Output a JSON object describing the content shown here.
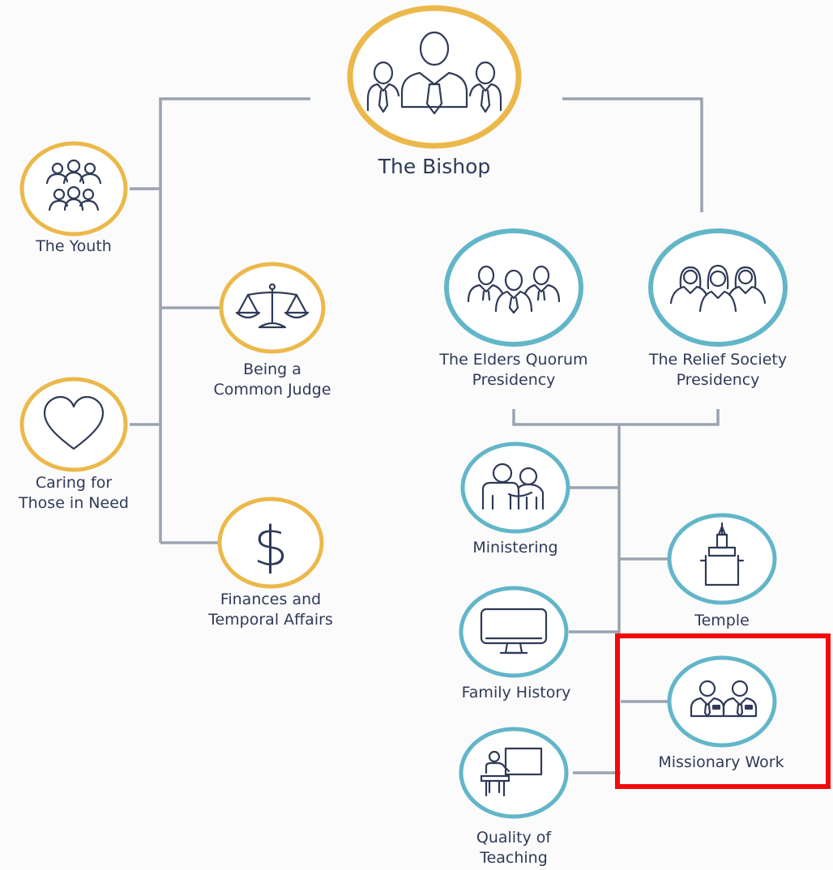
{
  "colors": {
    "leader_ring": "#ecb84a",
    "council_ring": "#62b6c8",
    "connector": "#9aa3b0",
    "text": "#2f3a57",
    "highlight": "#f40a0a"
  },
  "nodes": {
    "bishop": {
      "label": "The Bishop",
      "icon": "bishop-group-icon"
    },
    "youth": {
      "label": "The Youth",
      "icon": "youth-group-icon"
    },
    "common_judge": {
      "line1": "Being a",
      "line2": "Common Judge",
      "icon": "scales-icon"
    },
    "caring": {
      "line1": "Caring for",
      "line2": "Those in Need",
      "icon": "heart-icon"
    },
    "finances": {
      "line1": "Finances and",
      "line2": "Temporal Affairs",
      "icon": "dollar-icon"
    },
    "elders": {
      "line1": "The Elders Quorum",
      "line2": "Presidency",
      "icon": "men-group-icon"
    },
    "relief": {
      "line1": "The Relief Society",
      "line2": "Presidency",
      "icon": "women-group-icon"
    },
    "ministering": {
      "label": "Ministering",
      "icon": "ministering-icon"
    },
    "temple": {
      "label": "Temple",
      "icon": "temple-icon"
    },
    "family_history": {
      "label": "Family History",
      "icon": "monitor-icon"
    },
    "missionary": {
      "label": "Missionary Work",
      "icon": "missionaries-icon"
    },
    "teaching": {
      "line1": "Quality of",
      "line2": "Teaching",
      "icon": "teacher-icon"
    }
  }
}
